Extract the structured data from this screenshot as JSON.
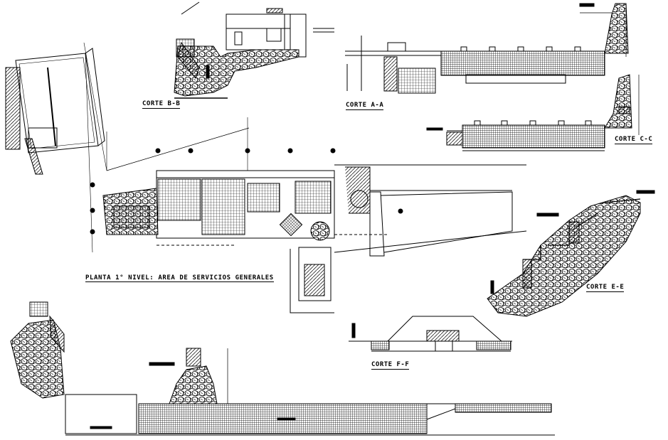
{
  "drawing": {
    "plan_title": "PLANTA 1° NIVEL: AREA DE SERVICIOS GENERALES",
    "sections": {
      "bb_top": "CORTE B-B",
      "aa": "CORTE A-A",
      "cc": "CORTE C-C",
      "ee": "CORTE E-E",
      "ff": "CORTE F-F"
    }
  },
  "colors": {
    "ink": "#000000",
    "paper": "#ffffff"
  }
}
